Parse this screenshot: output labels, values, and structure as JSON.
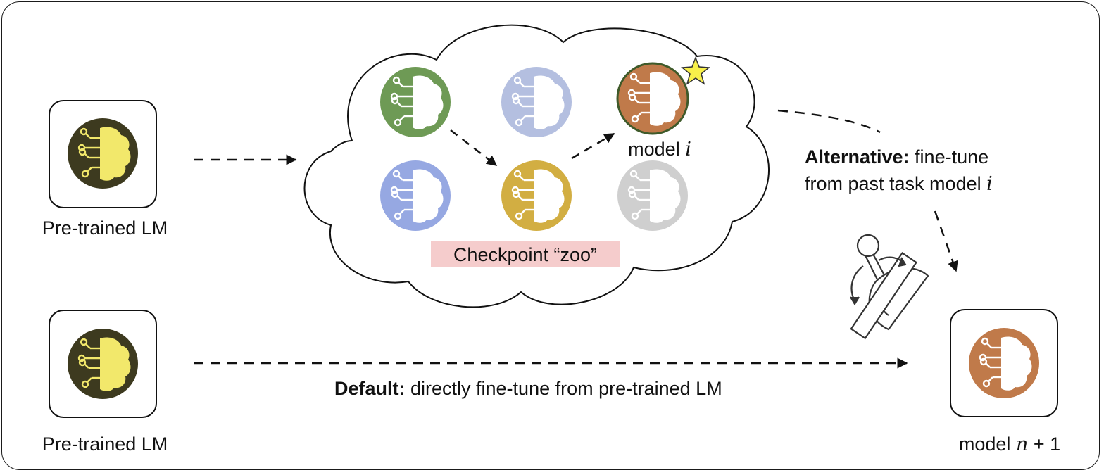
{
  "labels": {
    "pretrained_top": "Pre-trained LM",
    "pretrained_bottom": "Pre-trained LM",
    "zoo": "Checkpoint “zoo”",
    "model_i_prefix": "model ",
    "model_i_var": "i",
    "alt_bold": "Alternative:",
    "alt_line1_rest": " fine-tune",
    "alt_line2_prefix": "from past task model ",
    "alt_line2_var": "i",
    "default_bold": "Default:",
    "default_rest": " directly fine-tune from pre-trained LM",
    "model_n1_prefix": "model ",
    "model_n1_var": "n",
    "model_n1_suffix": " + 1"
  },
  "colors": {
    "pretrained_circle": "#3d3a1f",
    "pretrained_brain": "#f2e86b",
    "green": "#6e9a55",
    "lavender": "#b4bfe0",
    "orange": "#c07a4a",
    "blue": "#96a8e2",
    "gold": "#d2ae42",
    "gray": "#cfcfcf",
    "zoo_highlight": "#f3c3c3",
    "star": "#f8f04a"
  },
  "icons": {
    "brain": "brain-circuit-icon",
    "star": "star-icon",
    "lever": "lever-icon"
  }
}
